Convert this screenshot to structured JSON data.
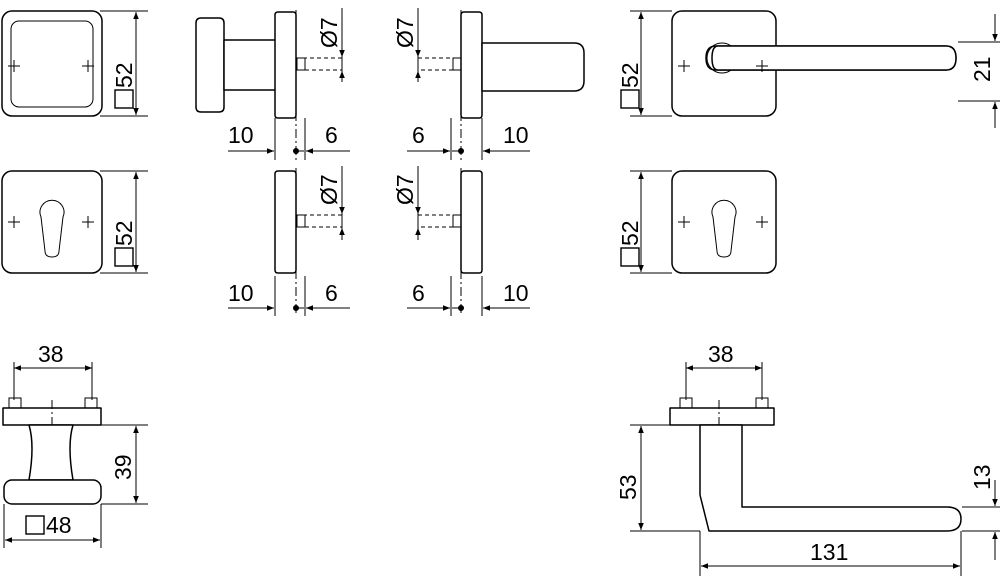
{
  "dimensions": {
    "rose_knob_square": "52",
    "rose_cylinder_square": "52",
    "knob_spindle_dia": "Ø7",
    "knob_offset_left": "10",
    "knob_offset_right": "6",
    "lever_spindle_dia": "Ø7",
    "lever_offset_left": "6",
    "lever_offset_right": "10",
    "cyl_left_dia": "Ø7",
    "cyl_left_offset_left": "10",
    "cyl_left_offset_right": "6",
    "cyl_right_dia": "Ø7",
    "cyl_right_offset_left": "6",
    "cyl_right_offset_right": "10",
    "lever_rose_square": "52",
    "lever_grip_height": "21",
    "lever_cyl_rose_square": "52",
    "knob_side_spacing": "38",
    "knob_side_height": "39",
    "knob_side_base": "48",
    "lever_side_spacing": "38",
    "lever_side_height": "53",
    "lever_side_thickness": "13",
    "lever_side_length": "131"
  }
}
